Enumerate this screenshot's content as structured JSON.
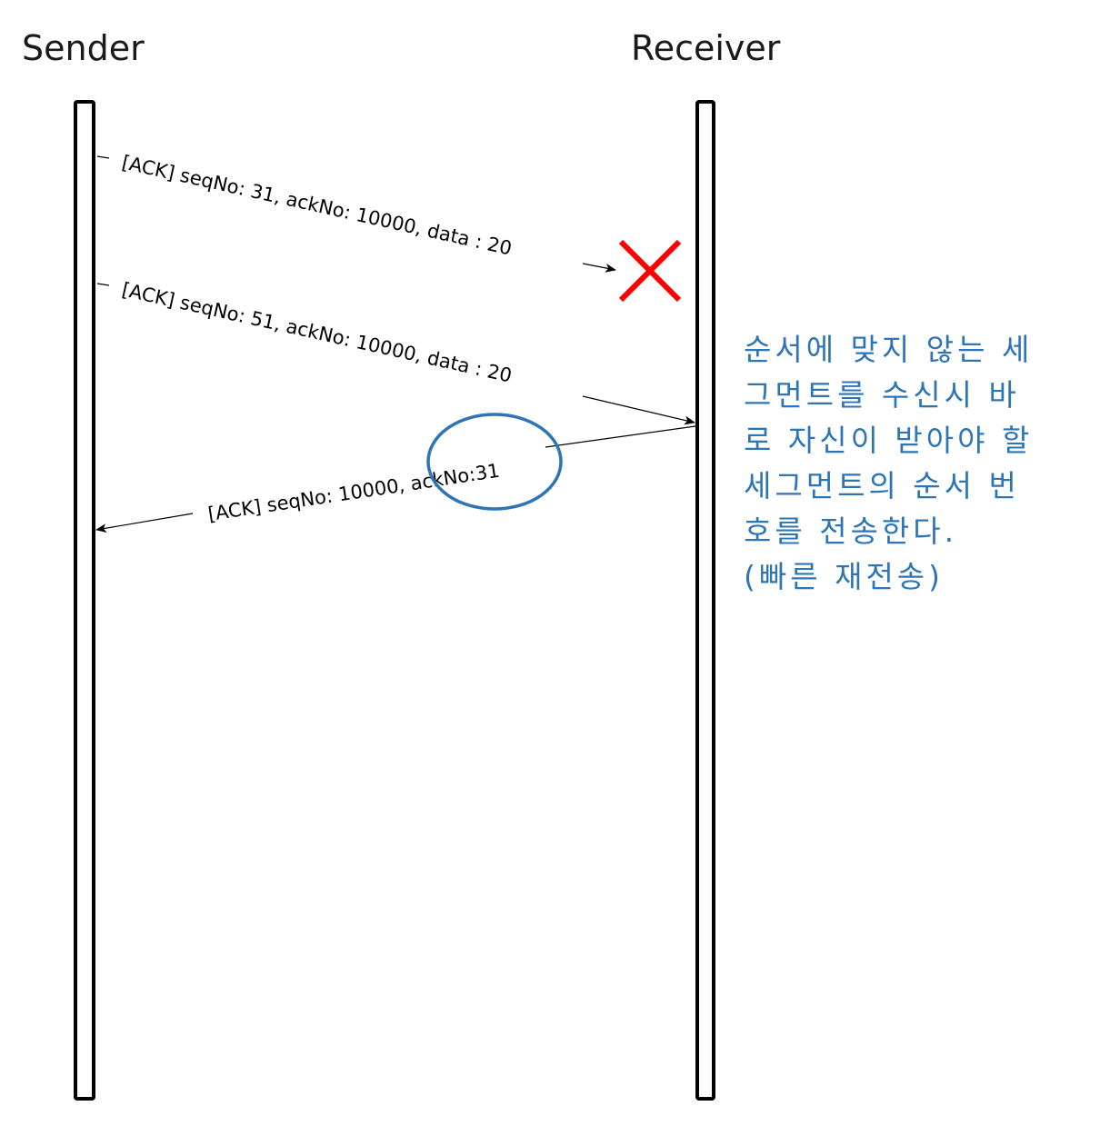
{
  "actors": {
    "sender": "Sender",
    "receiver": "Receiver"
  },
  "messages": [
    {
      "label": "[ACK] seqNo: 31, ackNo: 10000, data : 20",
      "from": "sender",
      "to": "receiver",
      "lost": true
    },
    {
      "label": "[ACK] seqNo: 51, ackNo: 10000, data : 20",
      "from": "sender",
      "to": "receiver",
      "lost": false
    },
    {
      "label": "[ACK] seqNo: 10000, ackNo:31",
      "from": "receiver",
      "to": "sender",
      "highlight": "ackNo:31"
    }
  ],
  "note": {
    "lines": [
      "순서에 맞지 않는 세",
      "그먼트를 수신시 바",
      "로 자신이 받아야 할",
      "세그먼트의 순서 번",
      "호를 전송한다.",
      "(빠른 재전송)"
    ]
  },
  "colors": {
    "lifeline": "#000000",
    "loss_marker": "#ff0000",
    "highlight_ellipse": "#2e75b6",
    "note_text": "#2e75b6"
  },
  "icons": {
    "loss_marker": "x-mark-icon"
  }
}
